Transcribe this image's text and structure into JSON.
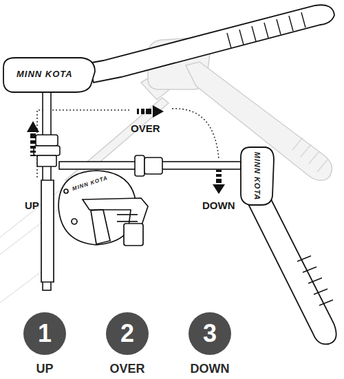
{
  "diagram": {
    "nodes": [
      {
        "text": [
          "1",
          "UP"
        ]
      },
      {
        "text": [
          "2",
          "OVER"
        ]
      },
      {
        "text": [
          "3",
          "DOWN"
        ]
      }
    ],
    "labels": [
      "MINN KOTA",
      "MINN KOTA",
      "MINN KOTA",
      "UP",
      "OVER",
      "DOWN"
    ]
  }
}
